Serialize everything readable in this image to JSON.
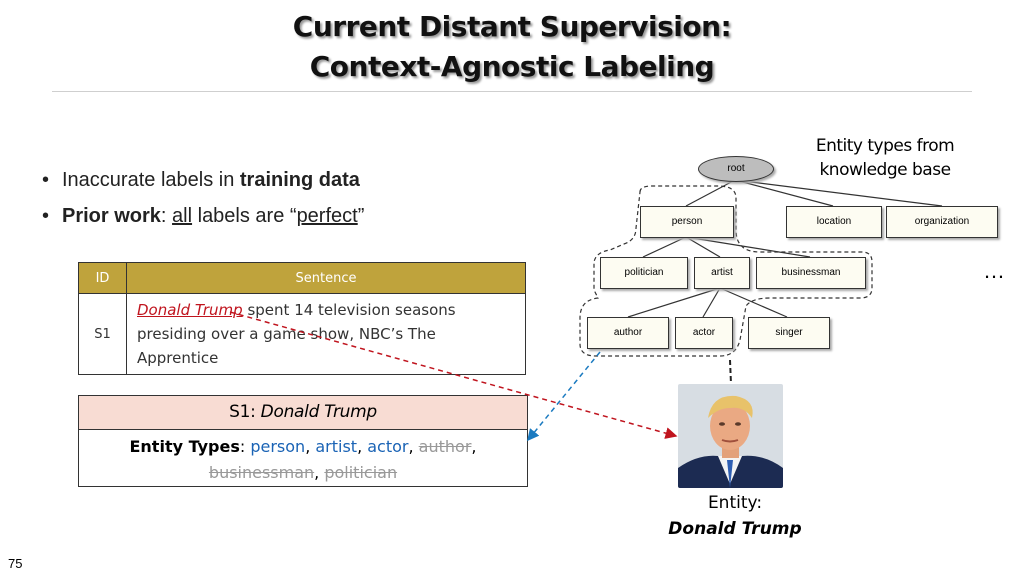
{
  "title": {
    "line1": "Current Distant Supervision:",
    "line2": "Context-Agnostic Labeling"
  },
  "bullets": {
    "b1": {
      "text": "Inaccurate labels in ",
      "bold": "training data"
    },
    "b2": {
      "bold": "Prior work",
      "sep": ": ",
      "u1": "all",
      "mid": " labels are “",
      "u2": "perfect",
      "end": "”"
    }
  },
  "table": {
    "headers": [
      "ID",
      "Sentence"
    ],
    "row": {
      "id": "S1",
      "mention": "Donald Trump",
      "rest": " spent 14 television seasons presiding over a game show, NBC’s The Apprentice"
    }
  },
  "s1box": {
    "head_prefix": "S1: ",
    "head_entity": "Donald Trump",
    "types_label": "Entity Types",
    "colon": ": ",
    "t_person": "person",
    "t_artist": "artist",
    "t_actor": "actor",
    "t_author": "author",
    "t_businessman": "businessman",
    "t_politician": "politician",
    "comma": ", "
  },
  "tree": {
    "label": "Entity types from knowledge base",
    "root": "root",
    "person": "person",
    "location": "location",
    "organization": "organization",
    "politician": "politician",
    "artist": "artist",
    "businessman": "businessman",
    "author": "author",
    "actor": "actor",
    "singer": "singer",
    "more": "…"
  },
  "entity": {
    "label": "Entity:",
    "name": "Donald Trump"
  },
  "page_number": "75",
  "colors": {
    "header_gold": "#bfa33c",
    "mention_red": "#c0141e",
    "type_blue": "#1a63b5",
    "s1_header": "#f8dcd3"
  }
}
